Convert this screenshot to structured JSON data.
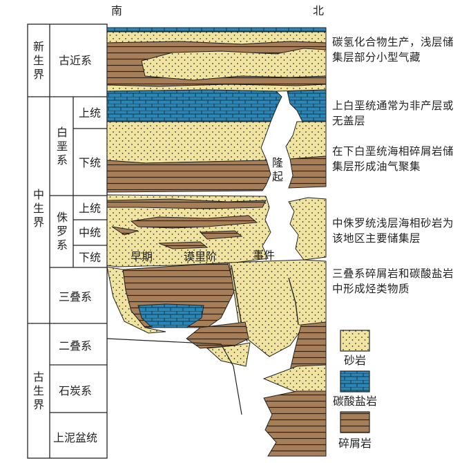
{
  "compass": {
    "south": "南",
    "north": "北"
  },
  "eras": [
    {
      "id": "cenozoic",
      "label": "新生界"
    },
    {
      "id": "mesozoic",
      "label": "中生界"
    },
    {
      "id": "paleozoic",
      "label": "古生界"
    }
  ],
  "systems": {
    "paleogene": "古近系",
    "cretaceous": "白垩系",
    "jurassic": "侏罗系",
    "triassic": "三叠系",
    "permian": "二叠系",
    "carboniferous": "石炭系",
    "upper_devonian": "上泥盆统"
  },
  "series": {
    "cret_upper": "上统",
    "cret_lower": "下统",
    "jur_upper": "上统",
    "jur_middle": "中统",
    "jur_lower": "下统"
  },
  "in_figure": {
    "uplift": "隆起",
    "event_1": "早期",
    "event_2": "谟里阶",
    "event_3": "事件"
  },
  "notes": [
    "碳氢化合物生产，浅层储集层部分小型气藏",
    "上白垩统通常为非产层或无盖层",
    "在下白垩统海相碎屑岩储集层形成油气聚集",
    "中侏罗统浅层海相砂岩为该地区主要储集层",
    "三叠系碎屑岩和碳酸盐岩中形成烃类物质"
  ],
  "legend": [
    {
      "label": "砂岩",
      "color": "#f1e4a0",
      "pattern": "dots"
    },
    {
      "label": "碳酸盐岩",
      "color": "#2a86b6",
      "pattern": "bricks"
    },
    {
      "label": "碎屑岩",
      "color": "#a67f58",
      "pattern": "stripes"
    }
  ],
  "colors": {
    "sand": "#f1e4a0",
    "carbonate": "#2a86b6",
    "clastic": "#a67f58",
    "line": "#222222"
  }
}
